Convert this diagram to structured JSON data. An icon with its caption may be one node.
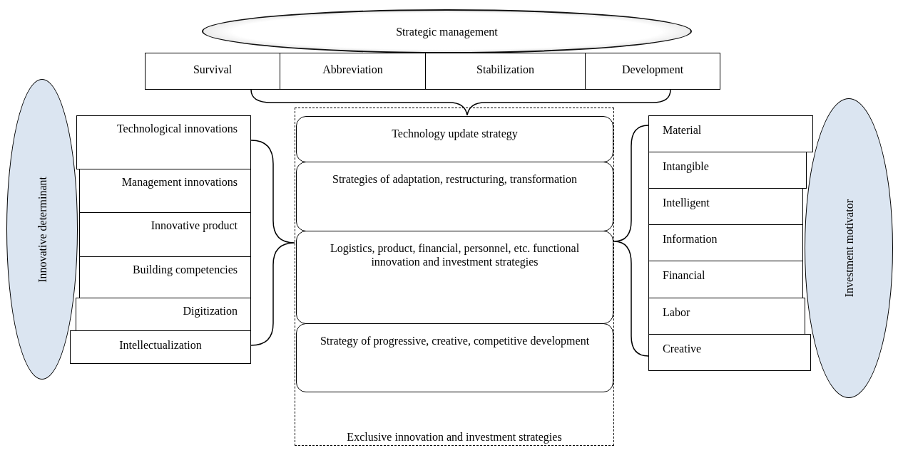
{
  "diagram": {
    "nodes": [
      {
        "text": [
          "Strategic management"
        ]
      },
      {
        "text": [
          "Survival"
        ]
      },
      {
        "text": [
          "Abbreviation"
        ]
      },
      {
        "text": [
          "Stabilization"
        ]
      },
      {
        "text": [
          "Development"
        ]
      },
      {
        "text": [
          "Innovative determinant"
        ]
      },
      {
        "text": [
          "Technological innovations"
        ]
      },
      {
        "text": [
          "Management innovations"
        ]
      },
      {
        "text": [
          "Innovative product"
        ]
      },
      {
        "text": [
          "Building competencies"
        ]
      },
      {
        "text": [
          "Digitization"
        ]
      },
      {
        "text": [
          "Intellectualization"
        ]
      },
      {
        "text": [
          "Exclusive innovation and investment strategies"
        ]
      },
      {
        "text": [
          "Technology update strategy"
        ],
        "in": 12
      },
      {
        "text": [
          "Strategies of adaptation, restructuring, transformation"
        ],
        "in": 12
      },
      {
        "text": [
          "Logistics, product, financial, personnel, etc. functional innovation and investment strategies"
        ],
        "in": 12
      },
      {
        "text": [
          "Strategy of progressive, creative, competitive development"
        ],
        "in": 12
      },
      {
        "text": [
          "Investment motivator"
        ]
      },
      {
        "text": [
          "Material"
        ]
      },
      {
        "text": [
          "Intangible"
        ]
      },
      {
        "text": [
          "Intelligent"
        ]
      },
      {
        "text": [
          "Information"
        ]
      },
      {
        "text": [
          "Financial"
        ]
      },
      {
        "text": [
          "Labor"
        ]
      },
      {
        "text": [
          "Creative"
        ]
      }
    ]
  }
}
